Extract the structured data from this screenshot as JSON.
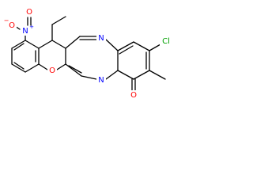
{
  "molecule": {
    "atom_labels": {
      "nitro_nitrogen": "N",
      "nitro_plus": "+",
      "nitro_oxygen_top": "O",
      "nitro_minus": "−",
      "nitro_oxygen_side": "O",
      "ring_oxygen": "O",
      "imine_nitrogen_top": "N",
      "imine_nitrogen_bottom": "N",
      "chlorine": "Cl",
      "carbonyl_oxygen": "O"
    },
    "colors": {
      "bond": "#000000",
      "nitrogen": "#0000ff",
      "oxygen": "#ff0000",
      "chlorine": "#00a000",
      "background": "#ffffff"
    }
  }
}
